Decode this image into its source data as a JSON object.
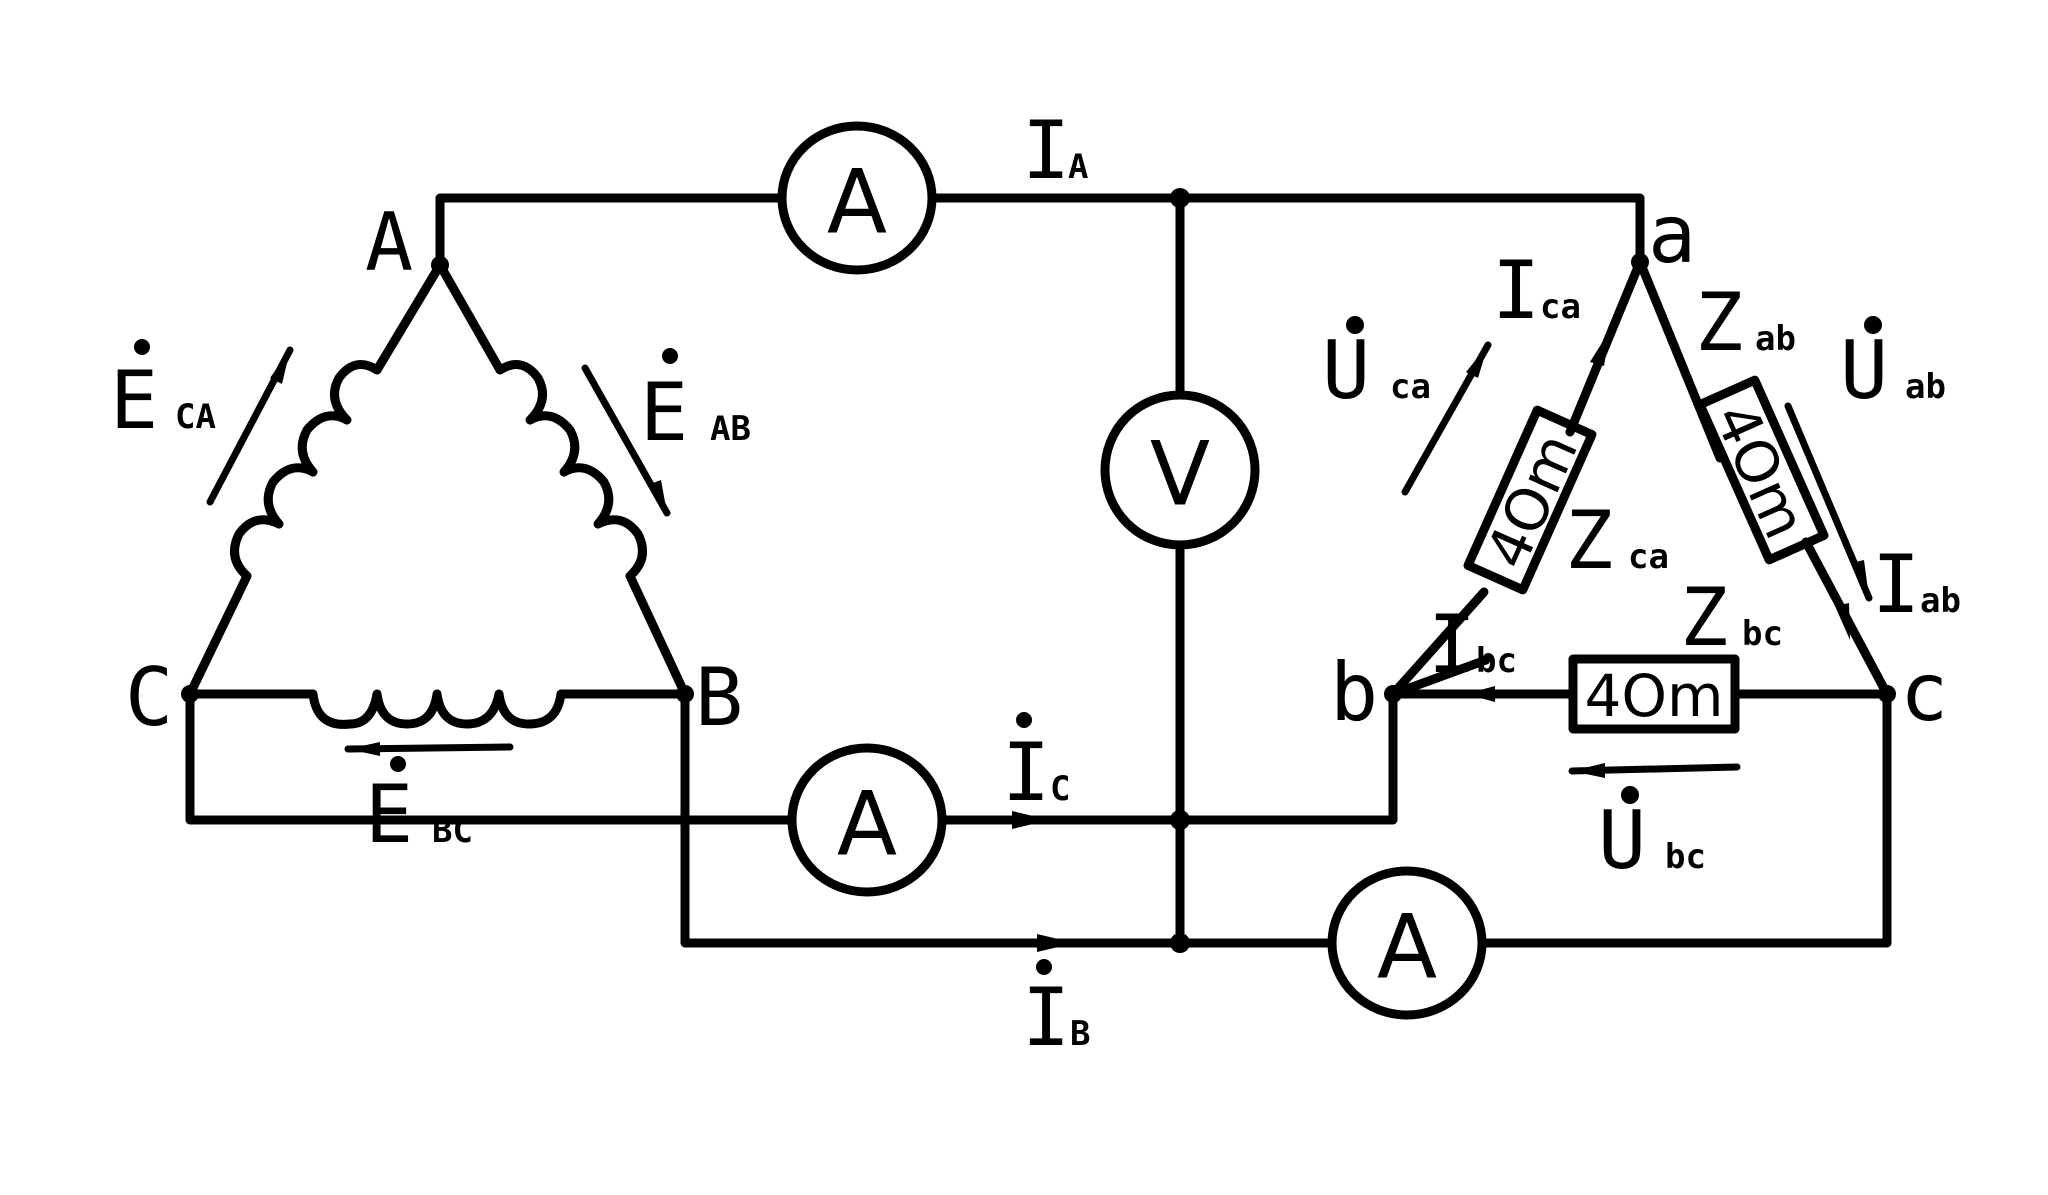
{
  "diagram": {
    "type": "three-phase delta-delta circuit",
    "colors": {
      "line": "#000000",
      "background": "#ffffff"
    },
    "source": {
      "node_labels": {
        "A": "A",
        "B": "B",
        "C": "C"
      },
      "emf": [
        {
          "main": "E",
          "sub": "CA",
          "dot": true
        },
        {
          "main": "E",
          "sub": "AB",
          "dot": true
        },
        {
          "main": "E",
          "sub": "BC",
          "dot": true
        }
      ]
    },
    "load": {
      "node_labels": {
        "a": "a",
        "b": "b",
        "c": "c"
      },
      "impedances": [
        {
          "main": "Z",
          "sub": "ab",
          "value": "4Om"
        },
        {
          "main": "Z",
          "sub": "ca",
          "value": "4Om"
        },
        {
          "main": "Z",
          "sub": "bc",
          "value": "4Om"
        }
      ],
      "voltages": [
        {
          "main": "U",
          "sub": "ca",
          "dot": true
        },
        {
          "main": "U",
          "sub": "ab",
          "dot": true
        },
        {
          "main": "U",
          "sub": "bc",
          "dot": true
        }
      ],
      "phase_currents": [
        {
          "main": "I",
          "sub": "ca"
        },
        {
          "main": "I",
          "sub": "ab"
        },
        {
          "main": "I",
          "sub": "bc"
        }
      ]
    },
    "line_currents": [
      {
        "main": "I",
        "sub": "A",
        "dot": false
      },
      {
        "main": "I",
        "sub": "C",
        "dot": true
      },
      {
        "main": "I",
        "sub": "B",
        "dot": true
      }
    ],
    "instruments": {
      "ammeter_symbol": "A",
      "voltmeter_symbol": "V"
    }
  }
}
